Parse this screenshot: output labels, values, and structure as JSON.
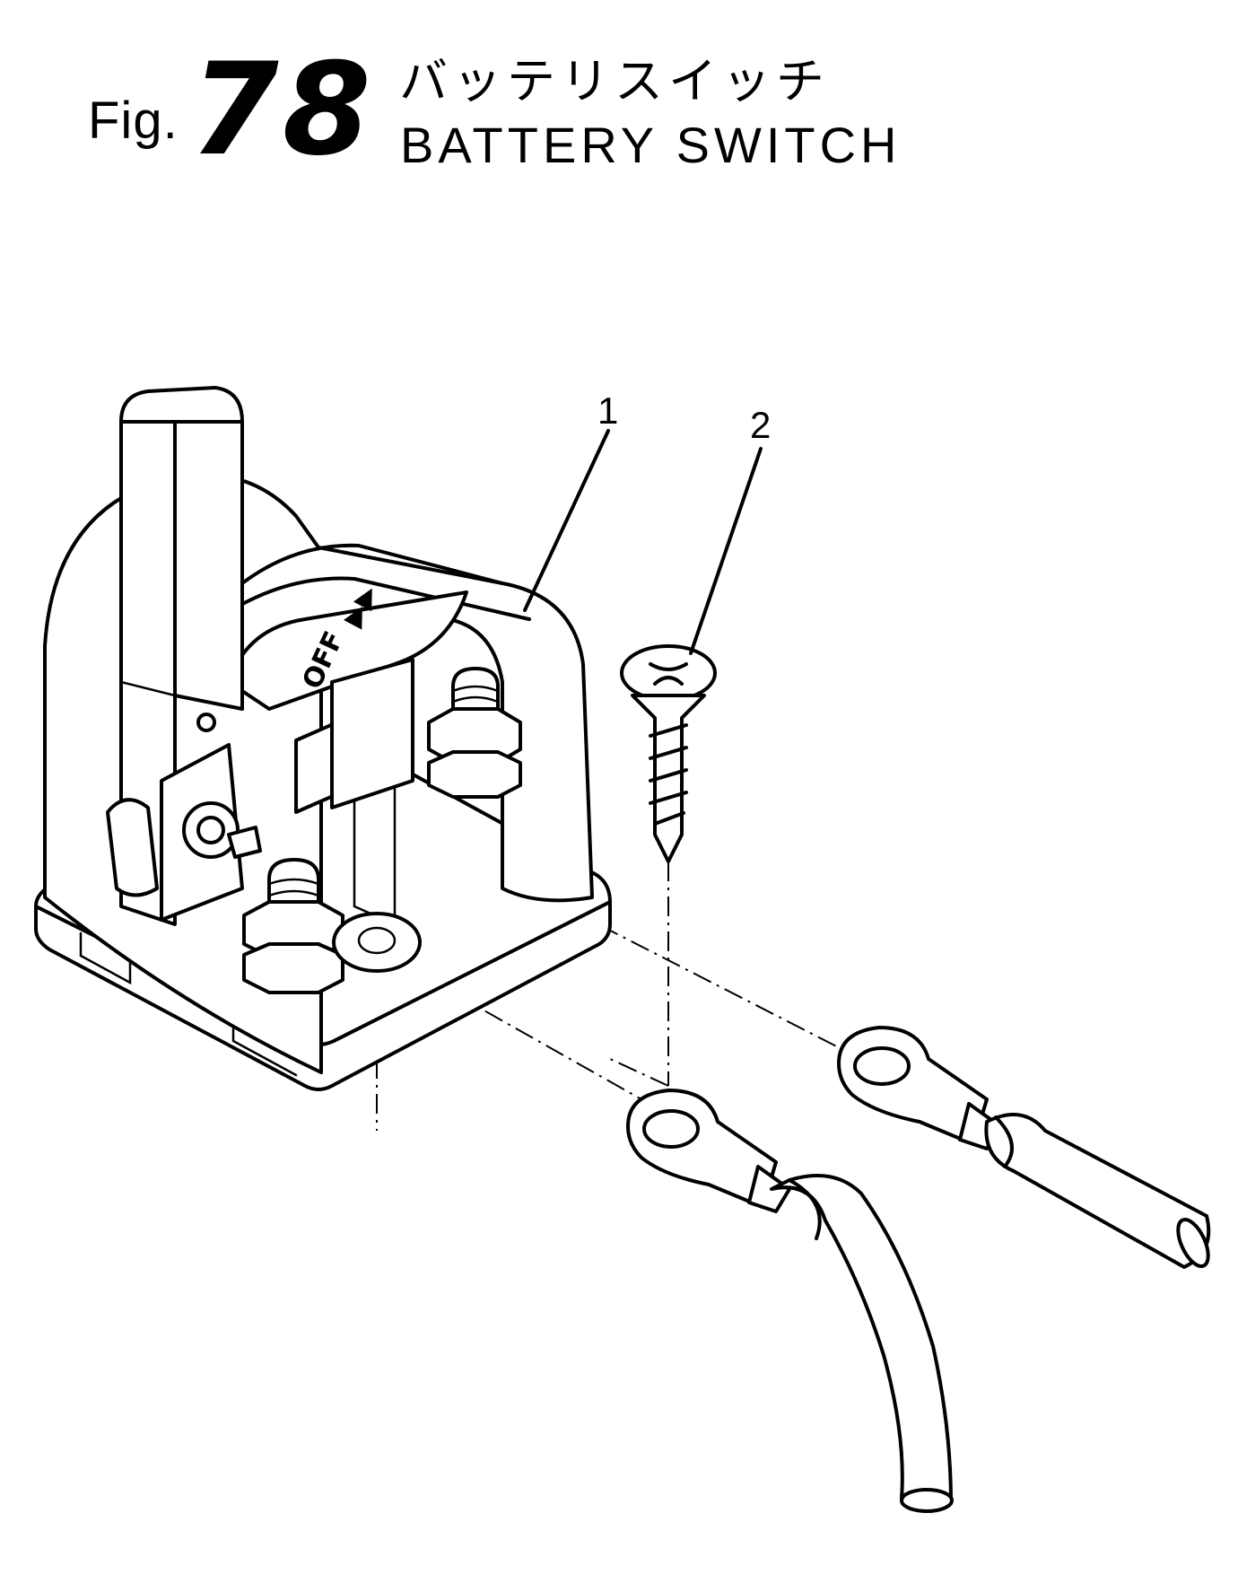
{
  "figure": {
    "prefix": "Fig.",
    "number": "78",
    "title_ja": "バッテリスイッチ",
    "title_en": "BATTERY SWITCH"
  },
  "callouts": [
    {
      "id": "1",
      "part": "battery switch"
    },
    {
      "id": "2",
      "part": "screw"
    }
  ],
  "switch_markings": {
    "off_label": "OFF",
    "arrows": "▶▶"
  }
}
